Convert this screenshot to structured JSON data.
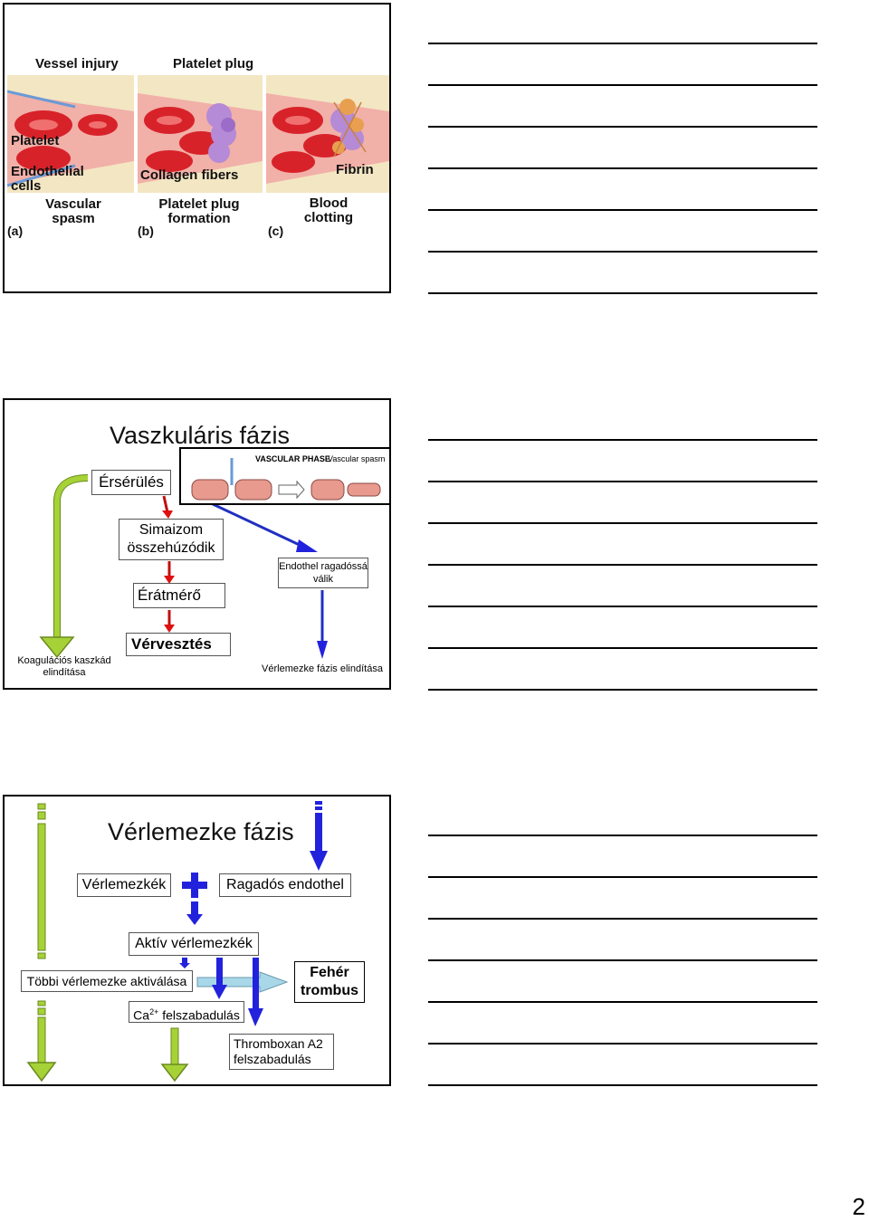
{
  "slide1": {
    "labels": {
      "vessel_injury": "Vessel injury",
      "platelet_plug": "Platelet plug",
      "platelet": "Platelet",
      "endothelial_cells": "Endothelial cells",
      "vascular_spasm": "Vascular spasm",
      "collagen_fibers": "Collagen fibers",
      "platelet_plug_formation": "Platelet plug formation",
      "fibrin": "Fibrin",
      "blood_clotting": "Blood clotting",
      "a": "(a)",
      "b": "(b)",
      "c": "(c)"
    }
  },
  "slide2": {
    "title": "Vaszkuláris fázis",
    "ersereles": "Érsérülés",
    "simaizom": "Simaizom összehúzódik",
    "eratmero": "Érátmérő",
    "vervesztes": "Vérvesztés",
    "endothel": "Endothel ragadóssá válik",
    "koagulacios": "Koagulációs kaszkád elindítása",
    "verlemezke_fazis": "Vérlemezke fázis elindítása",
    "image_vascular_phase": "VASCULAR PHASE",
    "image_vascular_spasm": "Vascular spasm"
  },
  "slide3": {
    "title": "Vérlemezke fázis",
    "verlemezkek": "Vérlemezkék",
    "ragados": "Ragadós endothel",
    "aktiv": "Aktív vérlemezkék",
    "tobbi": "Többi vérlemezke aktiválása",
    "ca_prefix": "Ca",
    "ca_sup": "2+",
    "ca_suffix": " felszabadulás",
    "feher": "Fehér trombus",
    "thromboxan": "Thromboxan A2 felszabadulás"
  },
  "page_number": "2",
  "colors": {
    "green": "#9acd32",
    "blue": "#2222dd",
    "red": "#e01010",
    "light_blue": "#a8d8e8"
  }
}
